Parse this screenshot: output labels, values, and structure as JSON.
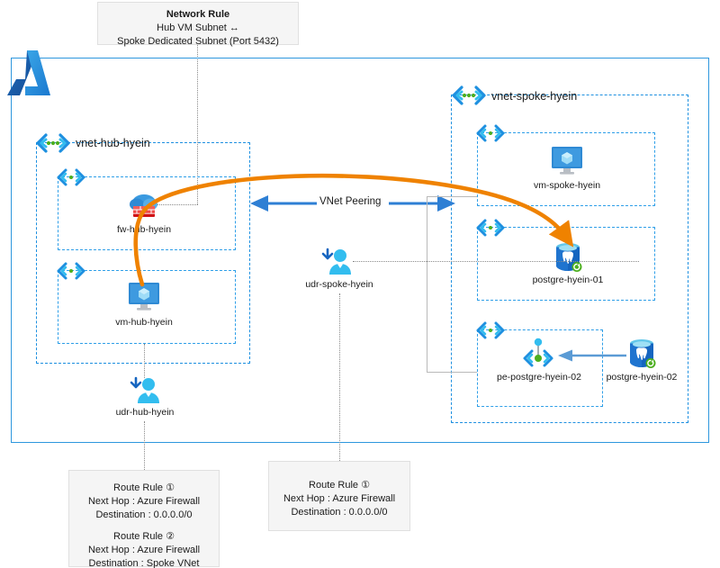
{
  "diagram": {
    "title": "Azure hub-and-spoke network with firewall, UDRs and PostgreSQL",
    "cloud_logo": "azure-logo"
  },
  "colors": {
    "azure_blue": "#0078d4",
    "boundary_blue": "#2e97de",
    "vnet_dash_blue": "#1e90e0",
    "subnet_dash_blue": "#2f9fe8",
    "icon_cyan": "#32bdef",
    "icon_green": "#4caf1f",
    "peering_arrow": "#2e7fd4",
    "flow_arrow_orange": "#ef8200",
    "note_bg": "#f5f5f5",
    "note_border": "#e0e0e0",
    "leader_gray": "#8a8a8a",
    "text": "#1a1a1a"
  },
  "notes": {
    "network_rule": {
      "title": "Network Rule",
      "line1": "Hub VM Subnet ↔",
      "line2": "Spoke Dedicated Subnet (Port 5432)"
    },
    "udr_hub_rules": {
      "rule1_title": "Route Rule ①",
      "rule1_next_hop": "Next Hop : Azure Firewall",
      "rule1_destination": "Destination : 0.0.0.0/0",
      "rule2_title": "Route Rule ②",
      "rule2_next_hop": "Next Hop : Azure Firewall",
      "rule2_destination": "Destination : Spoke VNet"
    },
    "udr_spoke_rules": {
      "rule1_title": "Route Rule ①",
      "rule1_next_hop": "Next Hop : Azure Firewall",
      "rule1_destination": "Destination : 0.0.0.0/0"
    }
  },
  "vnets": {
    "hub": {
      "name": "vnet-hub-hyein",
      "icon": "vnet-icon",
      "subnets": [
        {
          "icon": "subnet-icon",
          "node": {
            "label": "fw-hub-hyein",
            "icon": "azure-firewall-icon"
          }
        },
        {
          "icon": "subnet-icon",
          "node": {
            "label": "vm-hub-hyein",
            "icon": "virtual-machine-icon"
          }
        }
      ]
    },
    "spoke": {
      "name": "vnet-spoke-hyein",
      "icon": "vnet-icon",
      "subnets": [
        {
          "icon": "subnet-icon",
          "node": {
            "label": "vm-spoke-hyein",
            "icon": "virtual-machine-icon"
          }
        },
        {
          "icon": "subnet-icon",
          "node": {
            "label": "postgre-hyein-01",
            "icon": "postgresql-icon"
          }
        },
        {
          "icon": "subnet-icon",
          "node": {
            "label": "pe-postgre-hyein-02",
            "icon": "private-endpoint-icon"
          }
        }
      ]
    }
  },
  "nodes": {
    "fw_hub": "fw-hub-hyein",
    "vm_hub": "vm-hub-hyein",
    "udr_hub": "udr-hub-hyein",
    "udr_spoke": "udr-spoke-hyein",
    "vm_spoke": "vm-spoke-hyein",
    "postgre_01": "postgre-hyein-01",
    "pe_postgre_02": "pe-postgre-hyein-02",
    "postgre_02": "postgre-hyein-02"
  },
  "connections": {
    "peering_label": "VNet Peering",
    "peering_icon": "bidirectional-arrow-icon",
    "traffic_flow_icon": "orange-curved-arrow-icon",
    "pe_link_icon": "blue-arrow-icon"
  }
}
